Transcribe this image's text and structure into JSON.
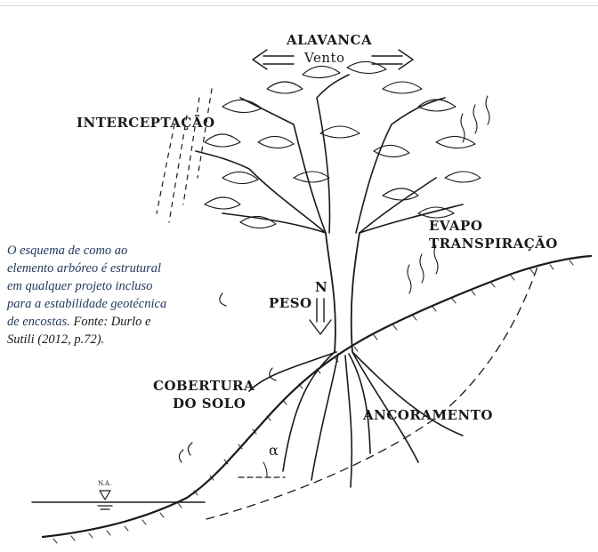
{
  "labels": {
    "alavanca": "ALAVANCA",
    "vento": "Vento",
    "interceptacao": "INTERCEPTAÇÃO",
    "evapo": "EVAPO",
    "transpiracao": "TRANSPIRAÇÃO",
    "peso": "PESO",
    "n": "N",
    "cobertura": "COBERTURA",
    "do_solo": "DO SOLO",
    "ancoramento": "ANCORAMENTO",
    "alpha": "α",
    "na": "N.A."
  },
  "caption": {
    "text": "O esquema de como ao elemento arbóreo é estrutural em qualquer projeto incluso para a estabilidade geotécnica de encostas.",
    "source": "Fonte: Durlo e Sutili (2012, p.72)."
  },
  "colors": {
    "ink": "#1a1a1a",
    "caption": "#23395d",
    "background": "#ffffff"
  }
}
